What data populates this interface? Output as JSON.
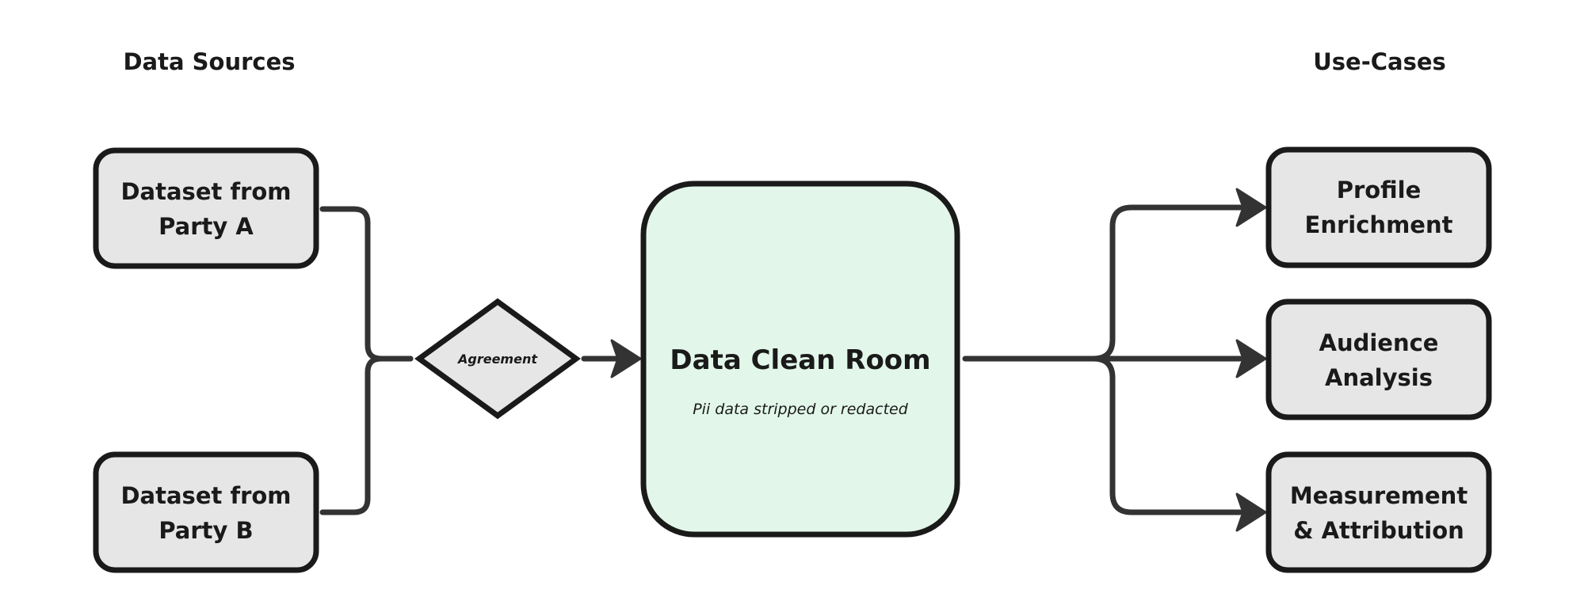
{
  "headings": {
    "left": "Data Sources",
    "right": "Use-Cases"
  },
  "sources": [
    {
      "line1": "Dataset from",
      "line2": "Party A"
    },
    {
      "line1": "Dataset from",
      "line2": "Party B"
    }
  ],
  "agreement": {
    "label": "Agreement"
  },
  "clean_room": {
    "title": "Data Clean Room",
    "subtitle": "Pii data stripped or redacted"
  },
  "use_cases": [
    {
      "line1": "Profile",
      "line2": "Enrichment"
    },
    {
      "line1": "Audience",
      "line2": "Analysis"
    },
    {
      "line1": "Measurement",
      "line2": "& Attribution"
    }
  ],
  "colors": {
    "box_fill": "#e6e6e6",
    "clean_room_fill": "#e2f7ea",
    "stroke": "#1a1a1a",
    "connector": "#333333"
  }
}
